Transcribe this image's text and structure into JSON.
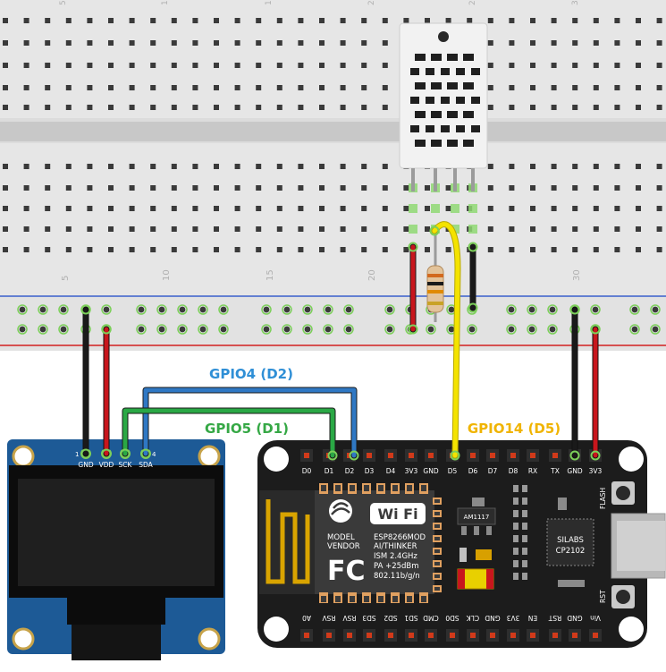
{
  "breadboard": {
    "row_numbers_top": [
      "5",
      "1",
      "1",
      "2",
      "2",
      "3"
    ],
    "row_numbers": [
      "5",
      "10",
      "15",
      "20",
      "30"
    ]
  },
  "wire_labels": {
    "gpio4": "GPIO4 (D2)",
    "gpio5": "GPIO5 (D1)",
    "gpio14": "GPIO14 (D5)"
  },
  "oled": {
    "pins": [
      "GND",
      "VDD",
      "SCK",
      "SDA"
    ],
    "pin_numbers": [
      "1",
      "4"
    ]
  },
  "nodemcu": {
    "top_pins": [
      "D0",
      "D1",
      "D2",
      "D3",
      "D4",
      "3V3",
      "GND",
      "D5",
      "D6",
      "D7",
      "D8",
      "RX",
      "TX",
      "GND",
      "3V3"
    ],
    "bottom_pins": [
      "A0",
      "RSV",
      "RSV",
      "SD3",
      "SD2",
      "SD1",
      "CMD",
      "SD0",
      "CLK",
      "GND",
      "3V3",
      "EN",
      "RST",
      "GND",
      "Vin"
    ],
    "module_lines": [
      "ESP8266MOD",
      "AI/THINKER",
      "ISM 2.4GHz",
      "PA +25dBm",
      "802.11b/g/n"
    ],
    "model_label": "MODEL",
    "vendor_label": "VENDOR",
    "wifi_logo": "Wi Fi",
    "fc_logo": "FC",
    "regulator": "AM1117",
    "usb_chip": [
      "SILABS",
      "CP2102"
    ],
    "flash_label": "FLASH",
    "rst_label": "RST"
  },
  "colors": {
    "wire_black": "#1a1a1a",
    "wire_red": "#c8161d",
    "wire_blue": "#2f78c4",
    "wire_green": "#2aa845",
    "wire_yellow": "#f4e300",
    "label_blue": "#2f8fd6",
    "label_green": "#35a845",
    "label_yellow": "#f0b400"
  }
}
